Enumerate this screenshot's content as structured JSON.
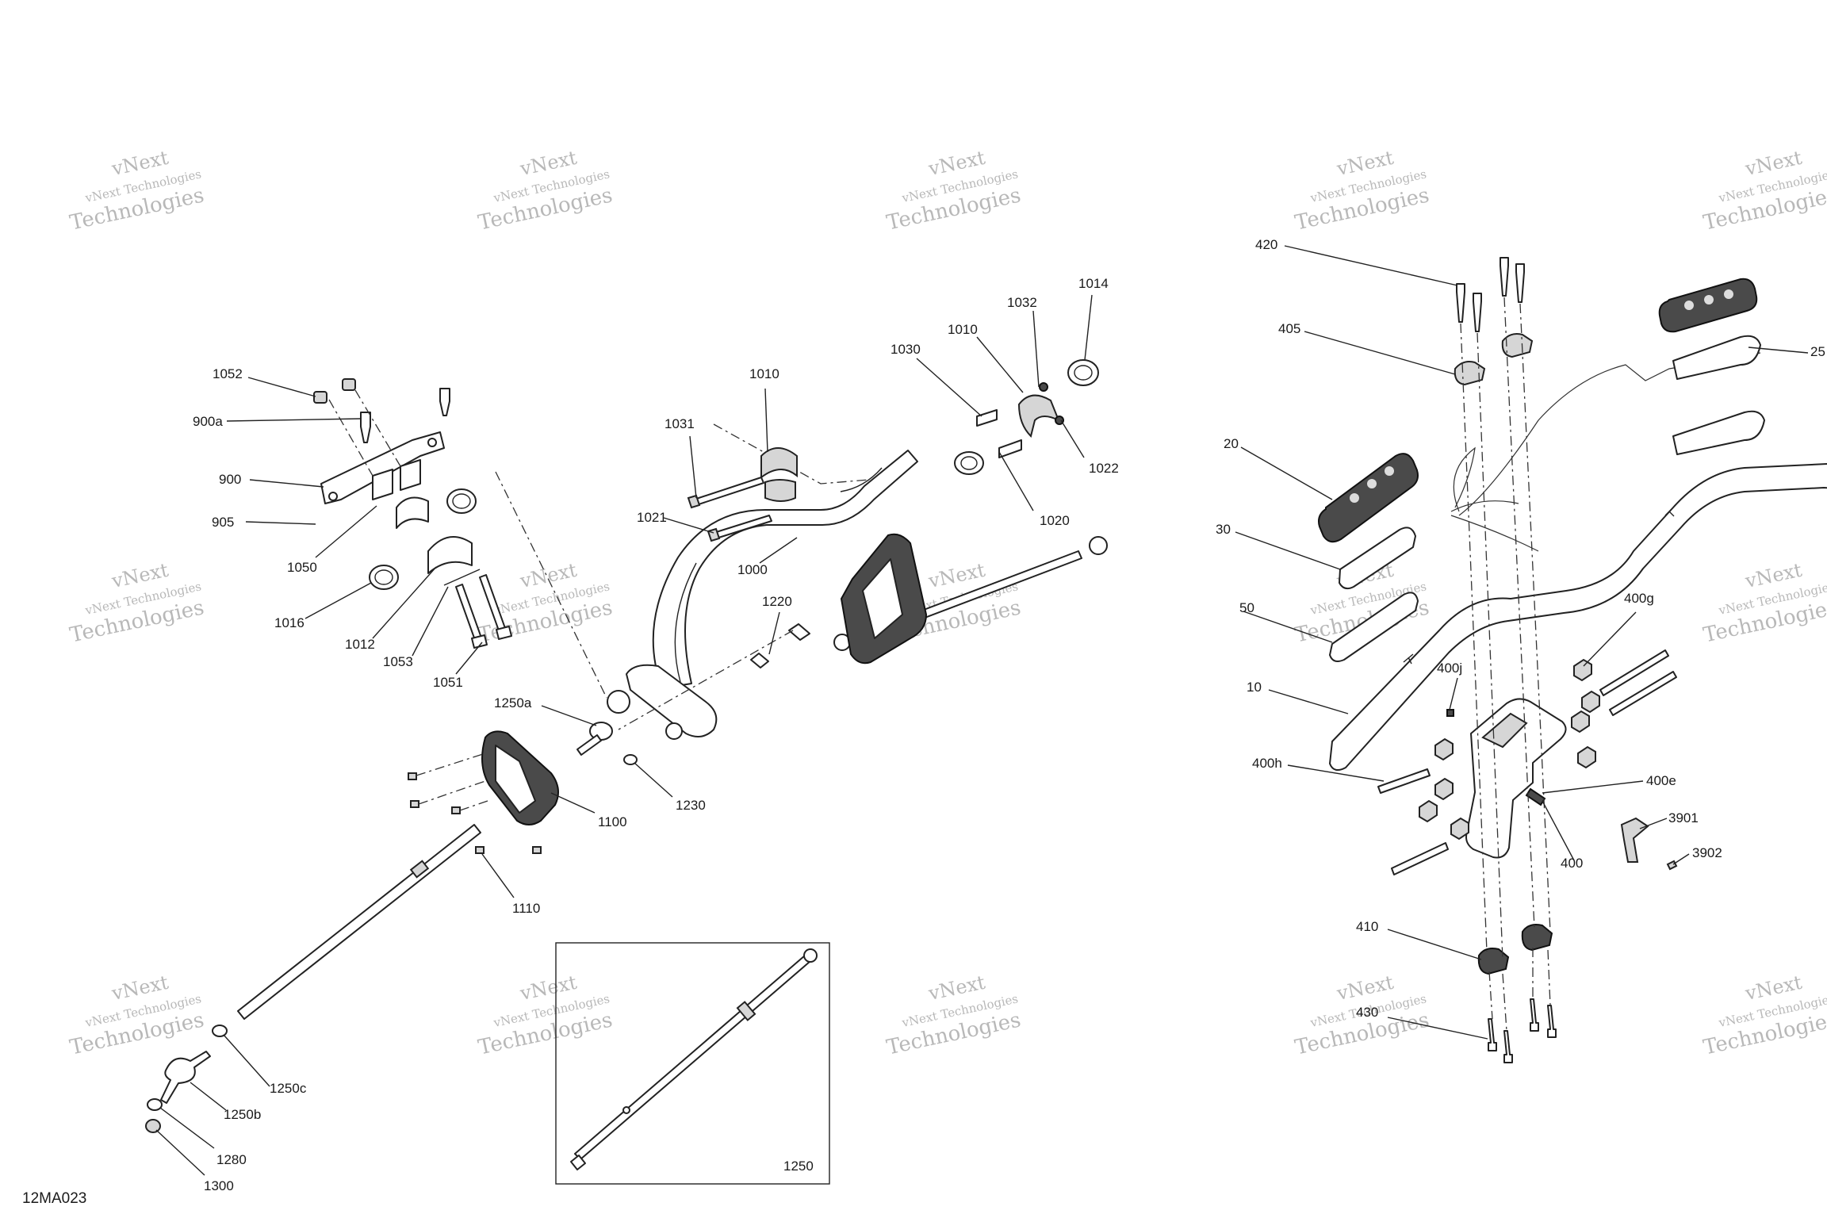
{
  "figure_id": "12MA023",
  "watermark": {
    "line1": "vNext Technologies",
    "line2": "vNext",
    "line3": "Technologies"
  },
  "callouts": {
    "c1052": "1052",
    "c900a": "900a",
    "c900": "900",
    "c905": "905",
    "c1050": "1050",
    "c1016": "1016",
    "c1012": "1012",
    "c1053": "1053",
    "c1051": "1051",
    "c1031": "1031",
    "c1010a": "1010",
    "c1021": "1021",
    "c1000": "1000",
    "c1030": "1030",
    "c1010b": "1010",
    "c1032": "1032",
    "c1014": "1014",
    "c1022": "1022",
    "c1020": "1020",
    "c1220": "1220",
    "c1250a": "1250a",
    "c1100": "1100",
    "c1230": "1230",
    "c1110": "1110",
    "c1250c": "1250c",
    "c1250b": "1250b",
    "c1280": "1280",
    "c1300": "1300",
    "c1250": "1250",
    "c420": "420",
    "c405": "405",
    "c20": "20",
    "c30": "30",
    "c50": "50",
    "c10": "10",
    "c25": "25",
    "c400g": "400g",
    "c400j": "400j",
    "c400h": "400h",
    "c400e": "400e",
    "c3901": "3901",
    "c3902": "3902",
    "c400": "400",
    "c410": "410",
    "c430": "430"
  }
}
